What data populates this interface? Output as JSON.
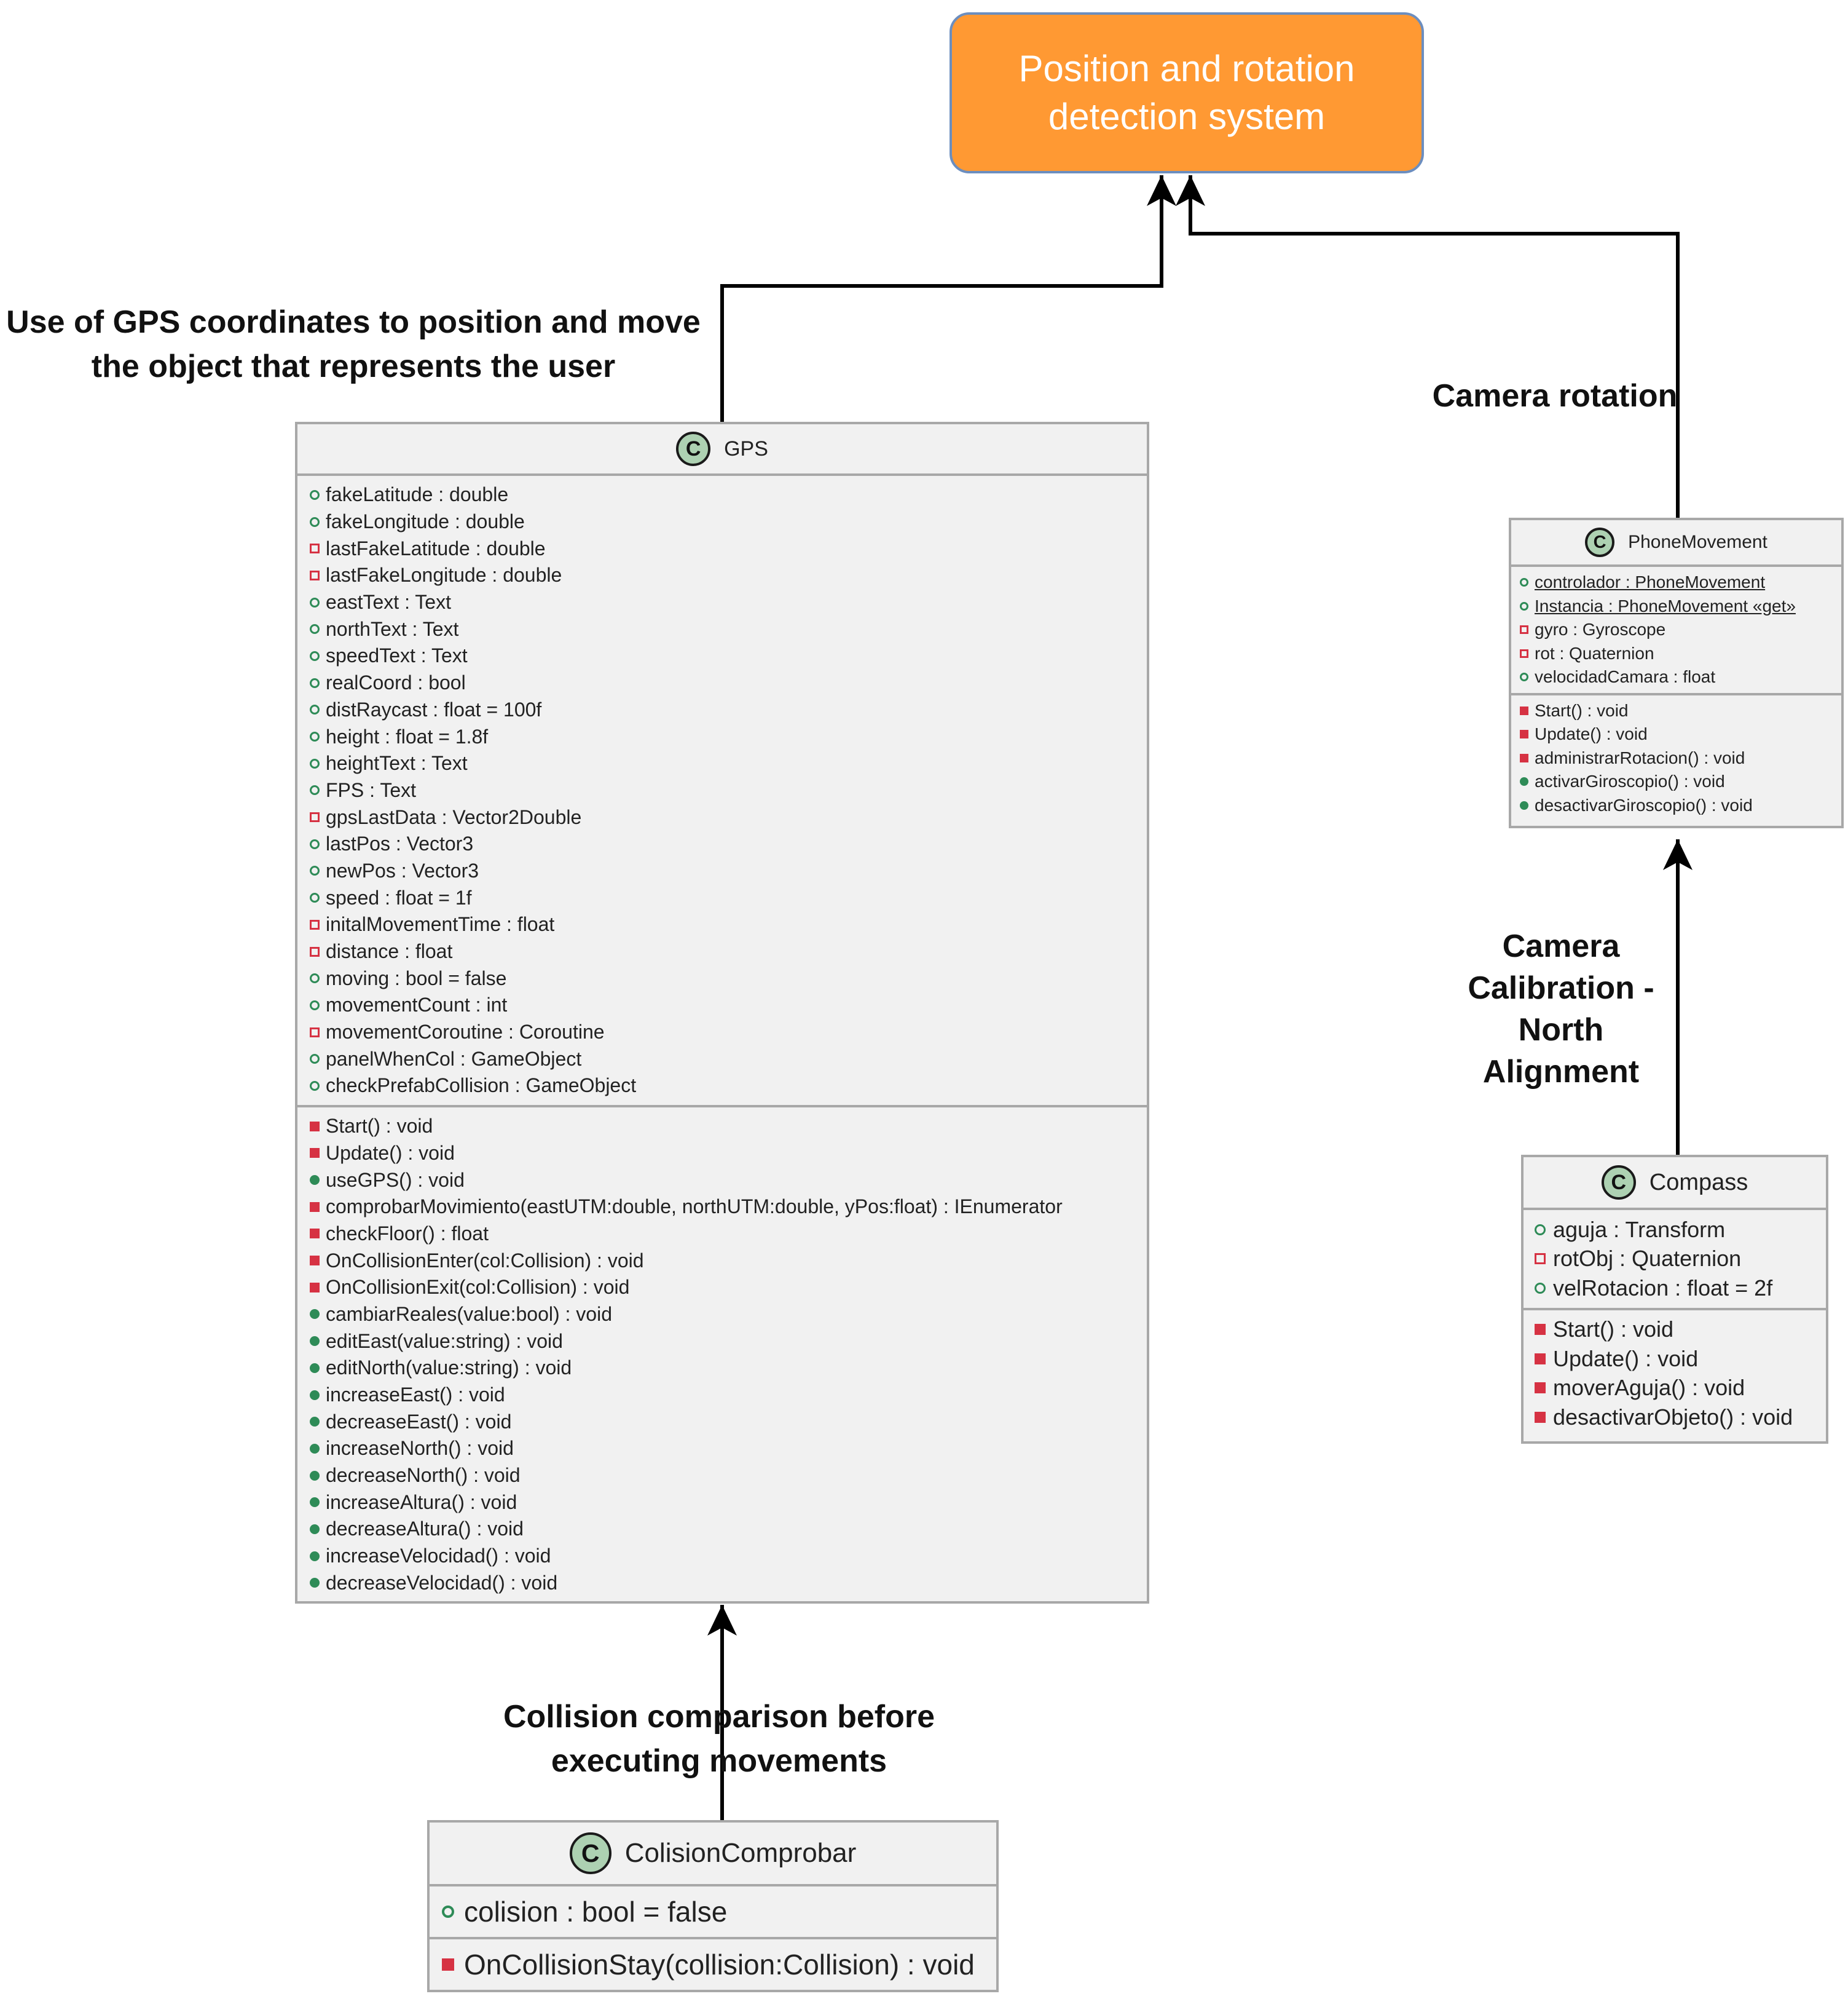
{
  "system_box": {
    "title": "Position and rotation detection system"
  },
  "labels": {
    "gps_use": "Use of GPS coordinates to position and move the object that represents the user",
    "camera_rotation": "Camera rotation",
    "camera_calibration": "Camera Calibration - North Alignment",
    "collision_comparison": "Collision comparison before executing movements"
  },
  "colors": {
    "system_fill": "#ff9933",
    "system_border": "#6c8ebf",
    "class_fill": "#f1f1f1",
    "class_border": "#a8a8a8",
    "class_badge": "#add1b2",
    "public_member": "#2e8b57",
    "private_member": "#d63243"
  },
  "classes": {
    "gps": {
      "badge": "C",
      "name": "GPS",
      "attributes": [
        {
          "vis": "public",
          "text": "fakeLatitude : double"
        },
        {
          "vis": "public",
          "text": "fakeLongitude : double"
        },
        {
          "vis": "private",
          "text": "lastFakeLatitude : double"
        },
        {
          "vis": "private",
          "text": "lastFakeLongitude : double"
        },
        {
          "vis": "public",
          "text": "eastText : Text"
        },
        {
          "vis": "public",
          "text": "northText : Text"
        },
        {
          "vis": "public",
          "text": "speedText : Text"
        },
        {
          "vis": "public",
          "text": "realCoord : bool"
        },
        {
          "vis": "public",
          "text": "distRaycast : float = 100f"
        },
        {
          "vis": "public",
          "text": "height : float = 1.8f"
        },
        {
          "vis": "public",
          "text": "heightText : Text"
        },
        {
          "vis": "public",
          "text": "FPS : Text"
        },
        {
          "vis": "private",
          "text": "gpsLastData : Vector2Double"
        },
        {
          "vis": "public",
          "text": "lastPos : Vector3"
        },
        {
          "vis": "public",
          "text": "newPos : Vector3"
        },
        {
          "vis": "public",
          "text": "speed : float = 1f"
        },
        {
          "vis": "private",
          "text": "initalMovementTime : float"
        },
        {
          "vis": "private",
          "text": "distance : float"
        },
        {
          "vis": "public",
          "text": "moving : bool = false"
        },
        {
          "vis": "public",
          "text": "movementCount : int"
        },
        {
          "vis": "private",
          "text": "movementCoroutine : Coroutine"
        },
        {
          "vis": "public",
          "text": "panelWhenCol : GameObject"
        },
        {
          "vis": "public",
          "text": "checkPrefabCollision : GameObject"
        }
      ],
      "methods": [
        {
          "vis": "private",
          "text": "Start() : void"
        },
        {
          "vis": "private",
          "text": "Update() : void"
        },
        {
          "vis": "public",
          "text": "useGPS() : void"
        },
        {
          "vis": "private",
          "text": "comprobarMovimiento(eastUTM:double, northUTM:double, yPos:float) : IEnumerator"
        },
        {
          "vis": "private",
          "text": "checkFloor() : float"
        },
        {
          "vis": "private",
          "text": "OnCollisionEnter(col:Collision) : void"
        },
        {
          "vis": "private",
          "text": "OnCollisionExit(col:Collision) : void"
        },
        {
          "vis": "public",
          "text": "cambiarReales(value:bool) : void"
        },
        {
          "vis": "public",
          "text": "editEast(value:string) : void"
        },
        {
          "vis": "public",
          "text": "editNorth(value:string) : void"
        },
        {
          "vis": "public",
          "text": "increaseEast() : void"
        },
        {
          "vis": "public",
          "text": "decreaseEast() : void"
        },
        {
          "vis": "public",
          "text": "increaseNorth() : void"
        },
        {
          "vis": "public",
          "text": "decreaseNorth() : void"
        },
        {
          "vis": "public",
          "text": "increaseAltura() : void"
        },
        {
          "vis": "public",
          "text": "decreaseAltura() : void"
        },
        {
          "vis": "public",
          "text": "increaseVelocidad() : void"
        },
        {
          "vis": "public",
          "text": "decreaseVelocidad() : void"
        }
      ]
    },
    "phone": {
      "badge": "C",
      "name": "PhoneMovement",
      "attributes": [
        {
          "vis": "public",
          "text": "controlador : PhoneMovement",
          "static": true
        },
        {
          "vis": "public",
          "text": "Instancia : PhoneMovement «get»",
          "static": true
        },
        {
          "vis": "private",
          "text": "gyro : Gyroscope"
        },
        {
          "vis": "private",
          "text": "rot : Quaternion"
        },
        {
          "vis": "public",
          "text": "velocidadCamara : float"
        }
      ],
      "methods": [
        {
          "vis": "private",
          "text": "Start() : void"
        },
        {
          "vis": "private",
          "text": "Update() : void"
        },
        {
          "vis": "private",
          "text": "administrarRotacion() : void"
        },
        {
          "vis": "public",
          "text": "activarGiroscopio() : void"
        },
        {
          "vis": "public",
          "text": "desactivarGiroscopio() : void"
        }
      ]
    },
    "compass": {
      "badge": "C",
      "name": "Compass",
      "attributes": [
        {
          "vis": "public",
          "text": "aguja : Transform"
        },
        {
          "vis": "private",
          "text": "rotObj : Quaternion"
        },
        {
          "vis": "public",
          "text": "velRotacion : float = 2f"
        }
      ],
      "methods": [
        {
          "vis": "private",
          "text": "Start() : void"
        },
        {
          "vis": "private",
          "text": "Update() : void"
        },
        {
          "vis": "private",
          "text": "moverAguja() : void"
        },
        {
          "vis": "private",
          "text": "desactivarObjeto() : void"
        }
      ]
    },
    "colision": {
      "badge": "C",
      "name": "ColisionComprobar",
      "attributes": [
        {
          "vis": "public",
          "text": "colision : bool = false"
        }
      ],
      "methods": [
        {
          "vis": "private",
          "text": "OnCollisionStay(collision:Collision) : void"
        }
      ]
    }
  }
}
